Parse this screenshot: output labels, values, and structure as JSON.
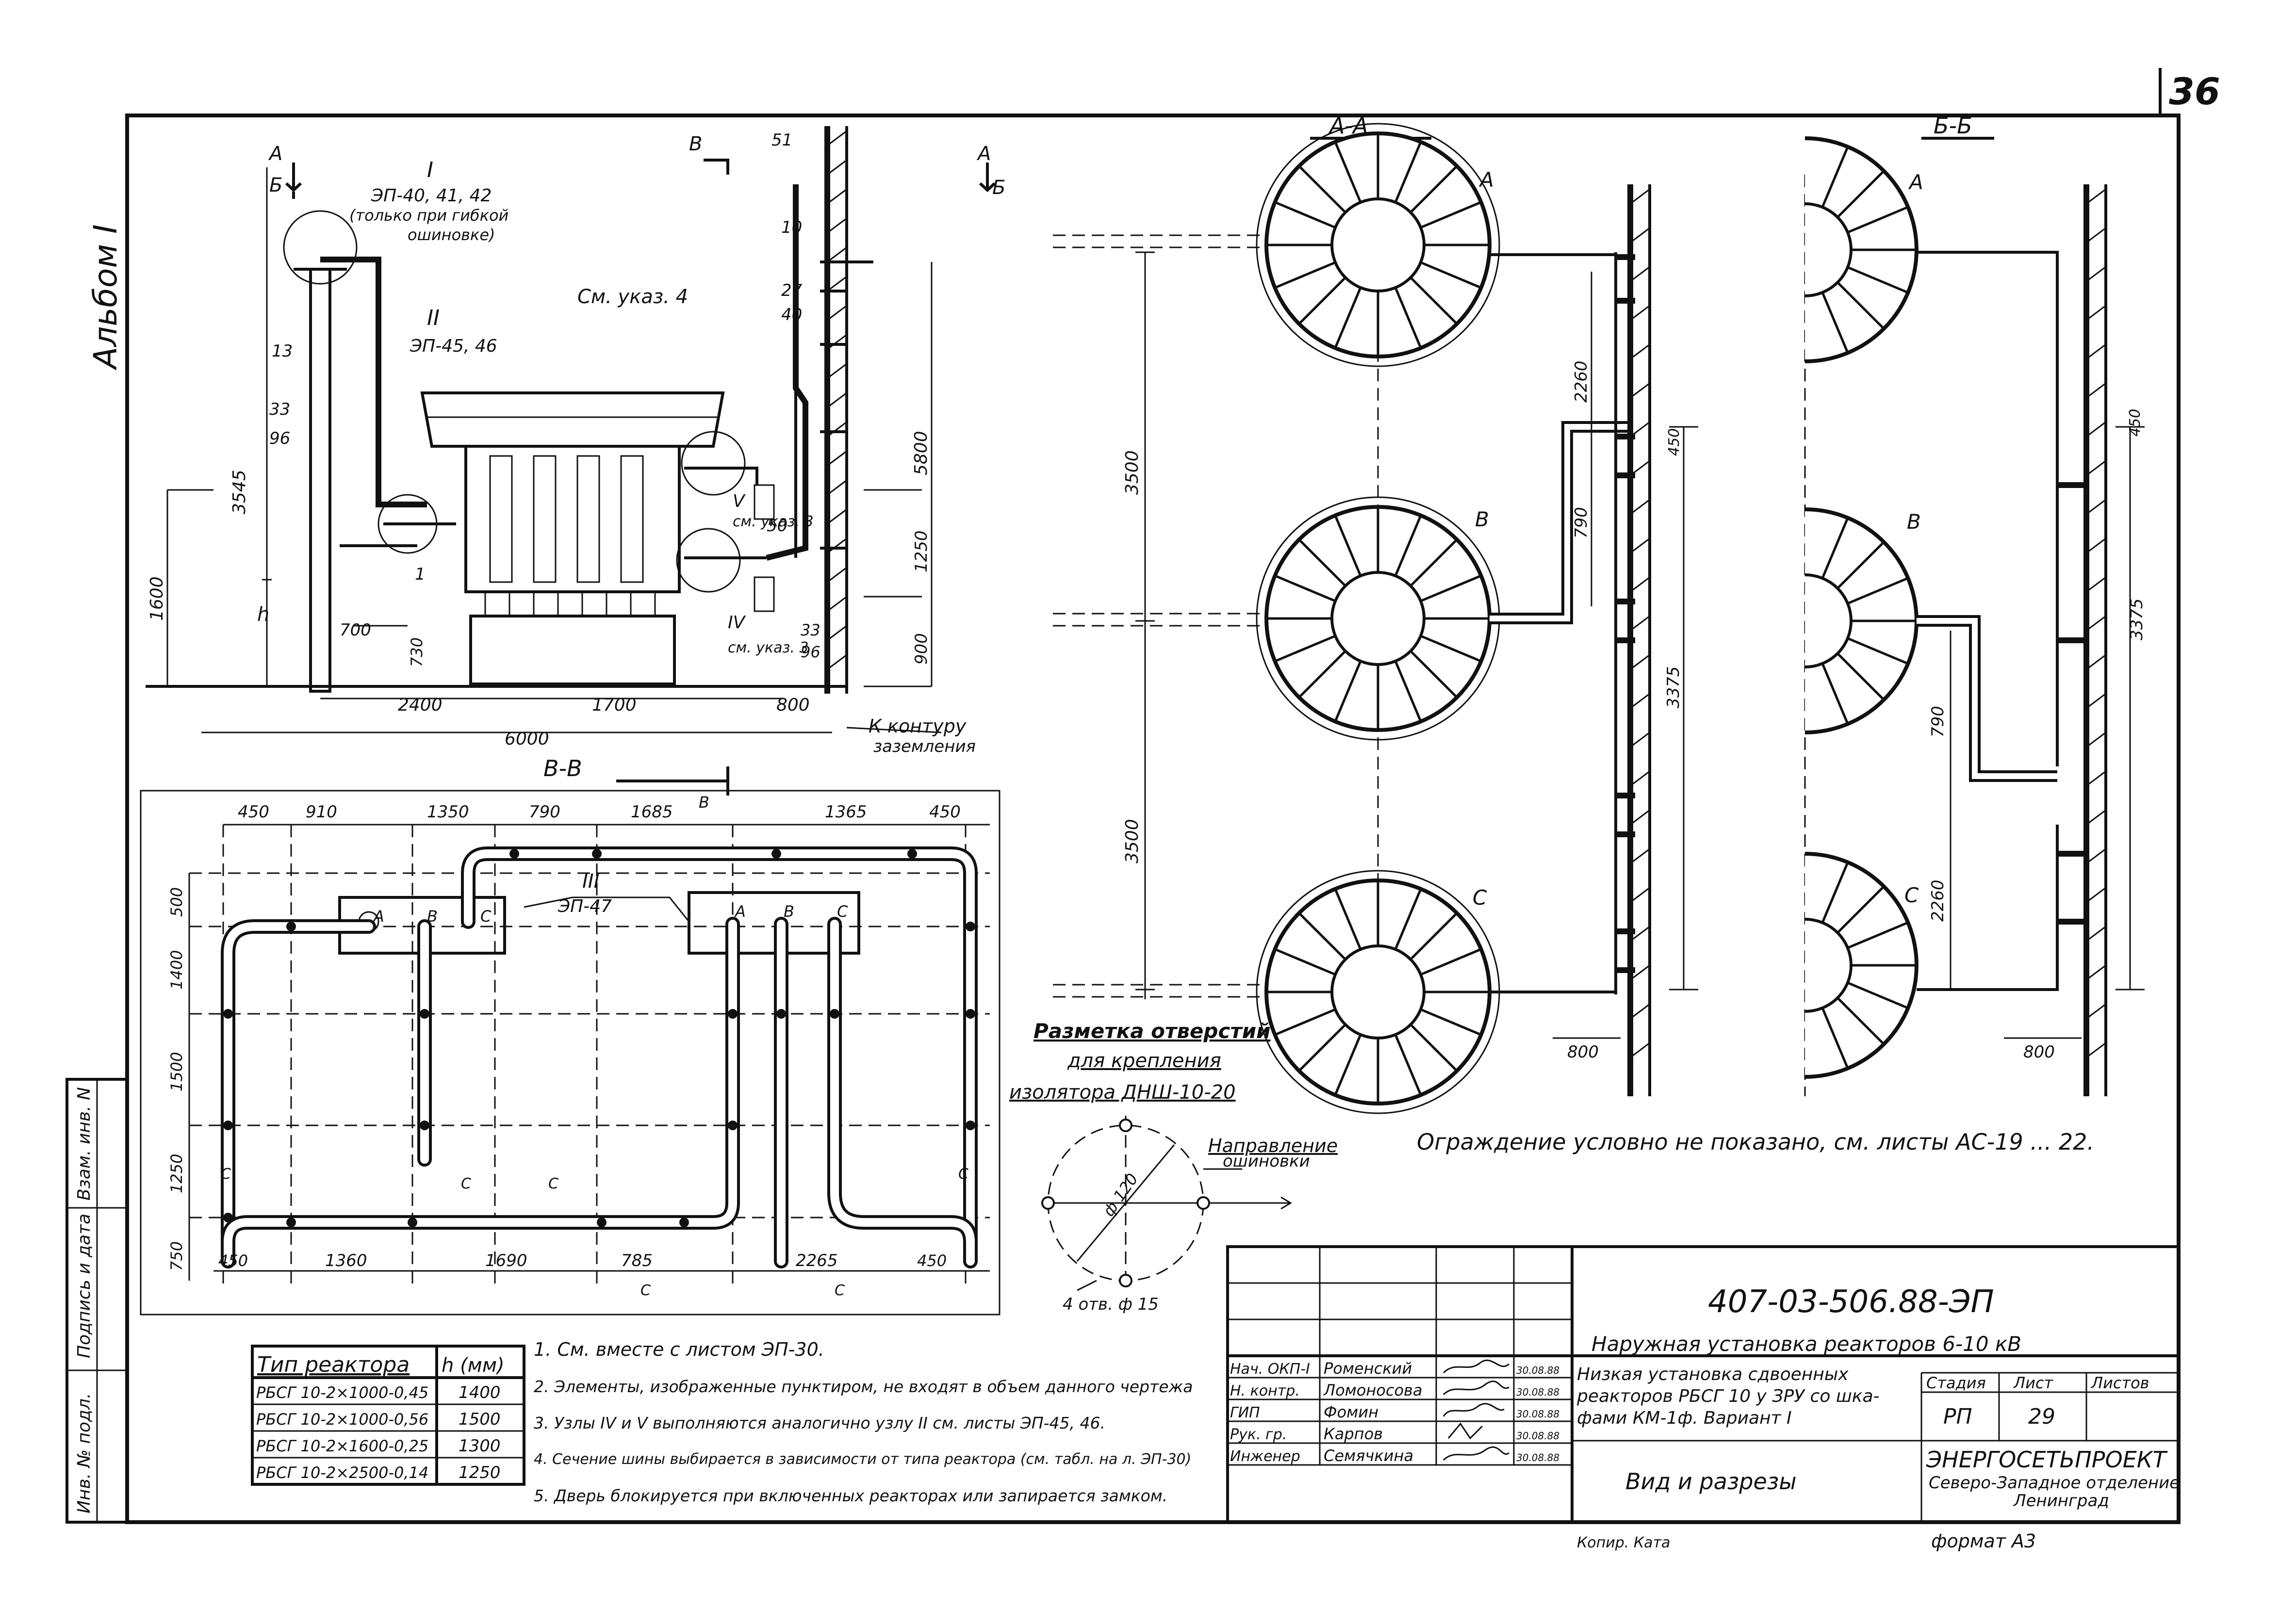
{
  "sheet": {
    "corner_number": "36",
    "album_label": "Альбом I",
    "format": "формат А3",
    "copied_by": "Копир. Ката"
  },
  "views": {
    "elevation": {
      "section_marks": {
        "a": "А",
        "b": "Б",
        "v": "В"
      },
      "node_labels": {
        "n1": "I",
        "n1_ref": "ЭП-40, 41, 42",
        "n1_note_1": "(только при гибкой",
        "n1_note_2": "ошиновке)",
        "n2": "II",
        "n2_ref": "ЭП-45, 46",
        "n5": "V",
        "n4": "IV"
      },
      "see_note4": "См. указ. 4",
      "see_note3_a": "см. указ. 3",
      "see_note3_b": "см. указ. 3",
      "item_numbers": {
        "p51": "51",
        "p10": "10",
        "p27": "27",
        "p40": "40",
        "p13": "13",
        "p33a": "33",
        "p96a": "96",
        "p50": "50",
        "p33b": "33",
        "p96b": "96",
        "p1": "1"
      },
      "dimensions": {
        "d3545": "3545",
        "d1600": "1600",
        "h": "h",
        "d700": "700",
        "d730": "730",
        "d5800": "5800",
        "d1250": "1250",
        "d900": "900",
        "d2400": "2400",
        "d1700": "1700",
        "d800": "800",
        "d6000": "6000"
      },
      "ground_note_1": "К контуру",
      "ground_note_2": "заземления"
    },
    "section_vv": {
      "title": "В-В",
      "cut_mark": "В",
      "top_dims": [
        "450",
        "910",
        "1350",
        "790",
        "1685",
        "1365",
        "450"
      ],
      "left_dims": [
        "500",
        "1400",
        "1500",
        "1250",
        "750"
      ],
      "bottom_dims": [
        "450",
        "1360",
        "1690",
        "785",
        "2265",
        "450"
      ],
      "node3": "III",
      "node3_ref": "ЭП-47",
      "phases_left": [
        "А",
        "В",
        "С"
      ],
      "phases_right": [
        "А",
        "В",
        "С"
      ],
      "c_marks": [
        "С",
        "С",
        "С",
        "С",
        "С",
        "С"
      ]
    },
    "section_aa": {
      "title": "А-А",
      "reactors": [
        "А",
        "В",
        "С"
      ],
      "dims_left": [
        "3500",
        "3500"
      ],
      "dims_right": {
        "d2260": "2260",
        "d450": "450",
        "d790": "790",
        "d3375": "3375",
        "d800": "800"
      }
    },
    "section_bb": {
      "title": "Б-Б",
      "reactors": [
        "А",
        "В",
        "С"
      ],
      "dims": {
        "d450": "450",
        "d3375": "3375",
        "d790": "790",
        "d2260": "2260",
        "d800": "800"
      }
    },
    "fence_note": "Ограждение условно не показано, см. листы  АС-19 ... 22."
  },
  "hole_layout": {
    "title_1": "Разметка отверстий",
    "title_2": "для крепления",
    "title_3": "изолятора ДНШ-10-20",
    "diameter": "ф 120",
    "holes": "4 отв. ф 15",
    "dir_1": "Направление",
    "dir_2": "ошиновки"
  },
  "reactor_table": {
    "headers": [
      "Тип реактора",
      "h (мм)"
    ],
    "rows": [
      [
        "РБСГ 10-2×1000-0,45",
        "1400"
      ],
      [
        "РБСГ 10-2×1000-0,56",
        "1500"
      ],
      [
        "РБСГ 10-2×1600-0,25",
        "1300"
      ],
      [
        "РБСГ 10-2×2500-0,14",
        "1250"
      ]
    ]
  },
  "notes": [
    "1. См. вместе с листом  ЭП-30.",
    "2. Элементы, изображенные пунктиром, не входят в объем данного чертежа",
    "3. Узлы IV и V выполняются аналогично узлу II см. листы  ЭП-45, 46.",
    "4. Сечение шины выбирается в зависимости от типа реактора (см. табл. на л. ЭП-30)",
    "5. Дверь блокируется при включенных реакторах или запирается замком."
  ],
  "left_strip": [
    "Инв. № подл.",
    "Подпись и дата",
    "Взам. инв. N"
  ],
  "title_block": {
    "doc_code": "407-03-506.88-ЭП",
    "project": "Наружная установка реакторов  6-10 кВ",
    "sheet_name_1": "Низкая установка сдвоенных",
    "sheet_name_2": "реакторов РБСГ 10 у ЗРУ со шка-",
    "sheet_name_3": "фами КМ-1ф.  Вариант  I",
    "view_title": "Вид  и  разрезы",
    "stage_hdr": "Стадия",
    "sheet_hdr": "Лист",
    "sheets_hdr": "Листов",
    "stage": "РП",
    "sheet_no": "29",
    "org_1": "ЭНЕРГОСЕТЬПРОЕКТ",
    "org_2": "Северо-Западное отделение",
    "org_3": "Ленинград",
    "staff": [
      {
        "role": "Нач. ОКП-I",
        "name": "Роменский",
        "date": "30.08.88"
      },
      {
        "role": "Н. контр.",
        "name": "Ломоносова",
        "date": "30.08.88"
      },
      {
        "role": "ГИП",
        "name": "Фомин",
        "date": "30.08.88"
      },
      {
        "role": "Рук. гр.",
        "name": "Карпов",
        "date": "30.08.88"
      },
      {
        "role": "Инженер",
        "name": "Семячкина",
        "date": "30.08.88"
      }
    ]
  }
}
